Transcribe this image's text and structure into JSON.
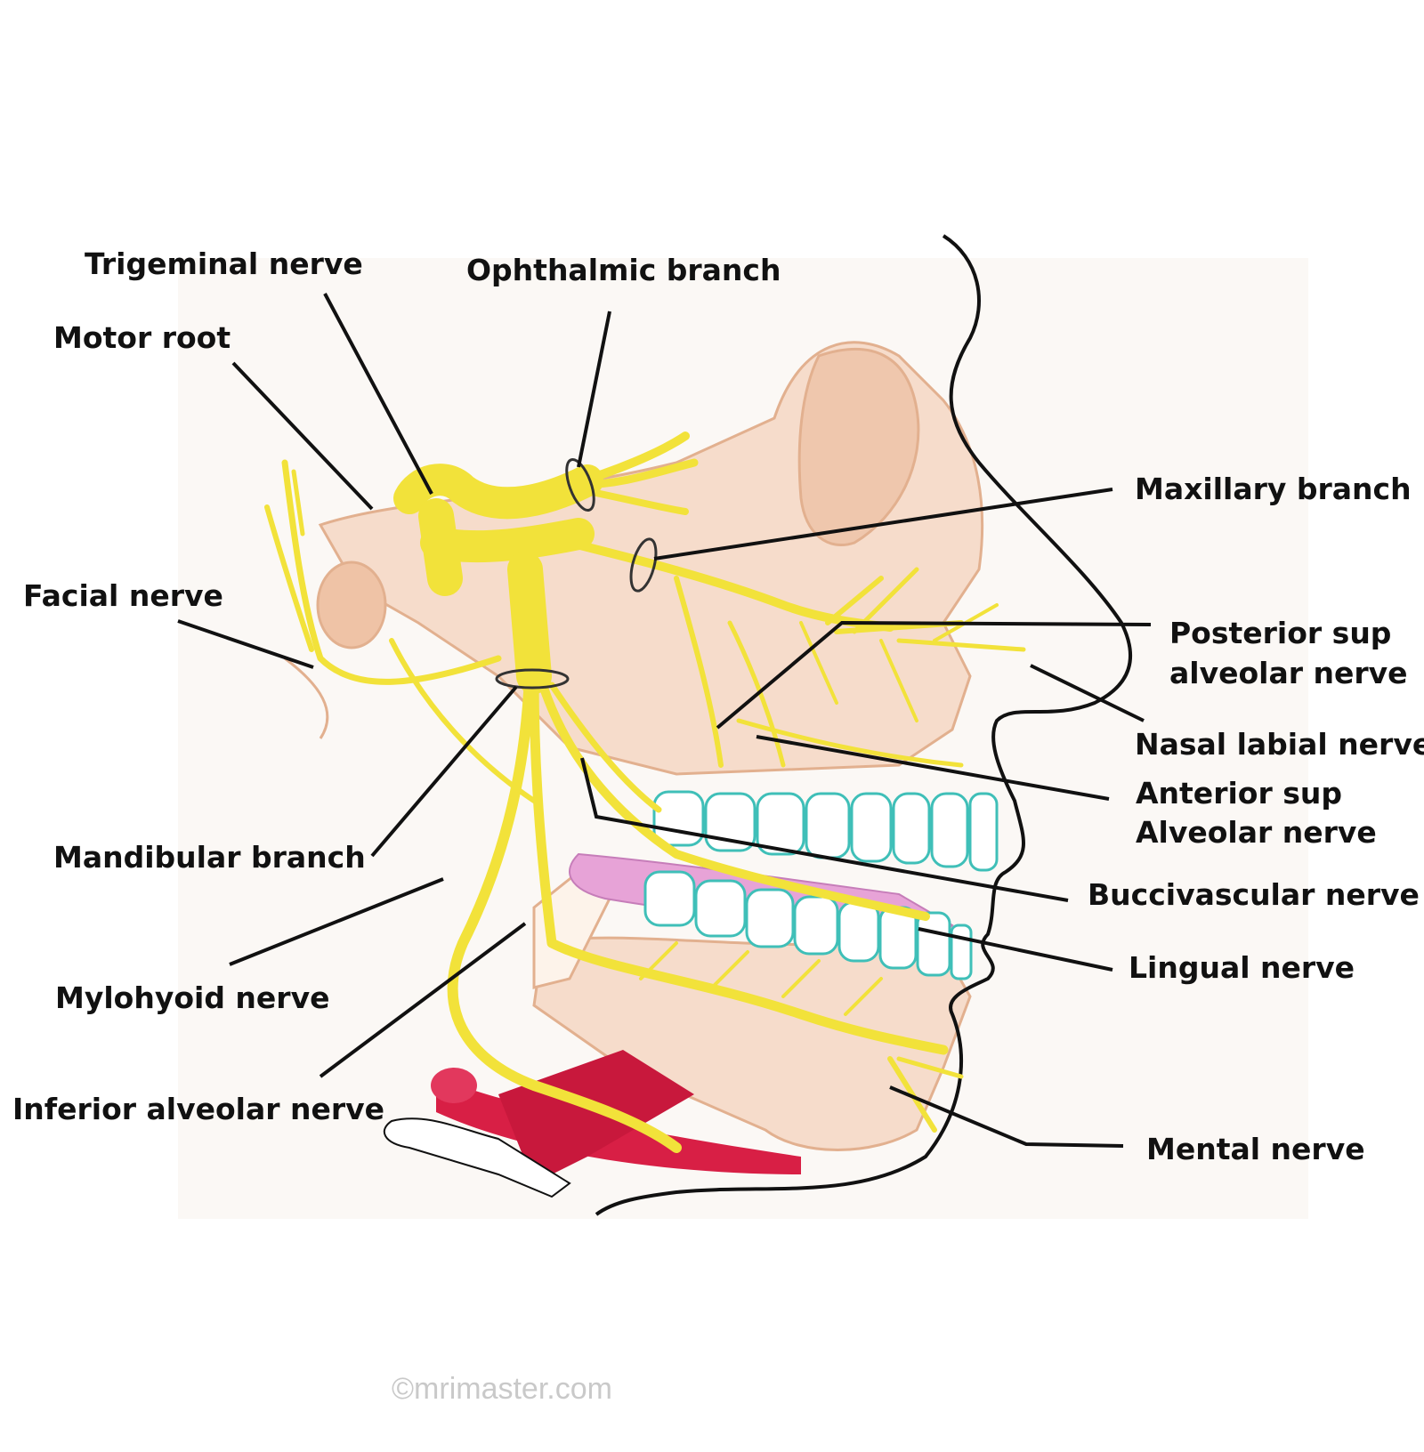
{
  "labels": {
    "trigeminal_nerve": "Trigeminal nerve",
    "ophthalmic_branch": "Ophthalmic branch",
    "motor_root": "Motor root",
    "maxillary_branch": "Maxillary branch",
    "facial_nerve": "Facial nerve",
    "posterior_sup_line1": "Posterior sup",
    "posterior_sup_line2": "alveolar nerve",
    "nasal_labial_nerve": "Nasal labial nerve",
    "anterior_sup_line1": "Anterior sup",
    "anterior_sup_line2": "Alveolar nerve",
    "mandibular_branch": "Mandibular branch",
    "buccivascular_nerve": "Buccivascular nerve",
    "lingual_nerve": "Lingual nerve",
    "mylohyoid_nerve": "Mylohyoid nerve",
    "inferior_alveolar_nerve": "Inferior alveolar nerve",
    "mental_nerve": "Mental nerve"
  },
  "watermark": "©mrimaster.com",
  "colors": {
    "nerve": "#f2e23a",
    "nerve_edge": "#d8c21c",
    "bone": "#f6dccb",
    "bone_shadow": "#e8b797",
    "muscle": "#d81f45",
    "gum": "#e7a3d7",
    "tooth_outline": "#3fbfb8",
    "leader": "#111111"
  }
}
